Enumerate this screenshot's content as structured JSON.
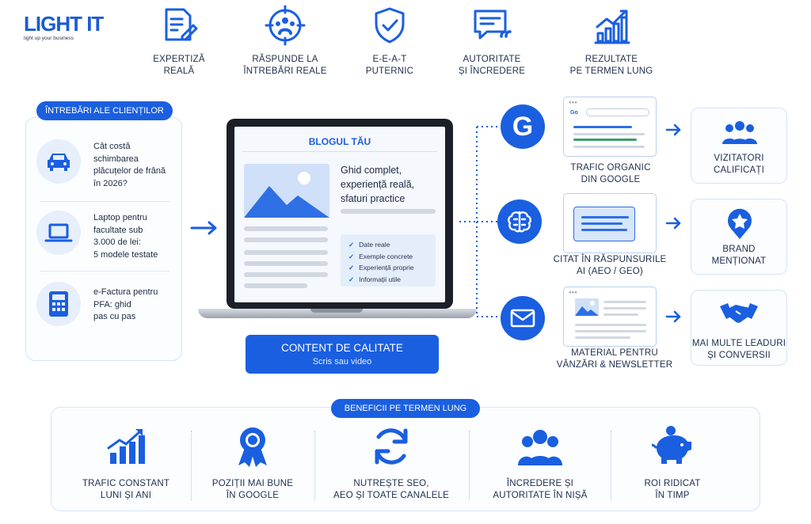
{
  "logo": {
    "text": "LIGHT IT",
    "tagline": "light up your business"
  },
  "features": [
    {
      "icon": "document-pen-icon",
      "label": "EXPERTIZĂ\nREALĂ"
    },
    {
      "icon": "target-people-icon",
      "label": "RĂSPUNDE LA\nÎNTREBĂRI REALE"
    },
    {
      "icon": "shield-check-icon",
      "label": "E-E-A-T\nPUTERNIC"
    },
    {
      "icon": "quote-bubble-icon",
      "label": "AUTORITATE\nȘI ÎNCREDERE"
    },
    {
      "icon": "growth-chart-icon",
      "label": "REZULTATE\nPE TERMEN LUNG"
    }
  ],
  "questions": {
    "title": "ÎNTREBĂRI ALE CLIENȚILOR",
    "items": [
      {
        "icon": "car-icon",
        "text": "Cât costă\nschimbarea\nplăcuțelor de frână\nîn 2026?"
      },
      {
        "icon": "laptop-icon",
        "text": "Laptop pentru\nfacultate sub\n3.000 de lei:\n5 modele testate"
      },
      {
        "icon": "calculator-icon",
        "text": "e-Factura pentru\nPFA: ghid\npas cu pas"
      }
    ]
  },
  "blog": {
    "header": "BLOGUL TĂU",
    "headline": "Ghid complet,\nexperiență reală,\nsfaturi practice",
    "checklist": [
      "Date reale",
      "Exemple concrete",
      "Experiență proprie",
      "Informații utile"
    ]
  },
  "cta": {
    "title": "CONTENT DE CALITATE",
    "subtitle": "Scris sau video"
  },
  "channels": [
    {
      "icon": "google-g-icon",
      "card_label": "TRAFIC ORGANIC\nDIN GOOGLE",
      "result_icon": "visitors-group-icon",
      "result_label": "VIZITATORI\nCALIFICAȚI"
    },
    {
      "icon": "ai-brain-icon",
      "card_label": "CITAT ÎN RĂSPUNSURILE\nAI (AEO / GEO)",
      "result_icon": "brand-star-pin-icon",
      "result_label": "BRAND\nMENȚIONAT"
    },
    {
      "icon": "email-icon",
      "card_label": "MATERIAL PENTRU\nVÂNZĂRI & NEWSLETTER",
      "result_icon": "handshake-icon",
      "result_label": "MAI MULTE LEADURI\nȘI CONVERSII"
    }
  ],
  "benefits": {
    "title": "BENEFICII PE TERMEN LUNG",
    "items": [
      {
        "icon": "bar-growth-icon",
        "label": "TRAFIC CONSTANT\nLUNI ȘI ANI"
      },
      {
        "icon": "award-ribbon-icon",
        "label": "POZIȚII MAI BUNE\nÎN GOOGLE"
      },
      {
        "icon": "refresh-cycle-icon",
        "label": "NUTREȘTE SEO,\nAEO ȘI TOATE CANALELE"
      },
      {
        "icon": "team-trust-icon",
        "label": "ÎNCREDERE ȘI\nAUTORITATE ÎN NIȘĂ"
      },
      {
        "icon": "piggy-bank-icon",
        "label": "ROI RIDICAT\nÎN TIMP"
      }
    ]
  },
  "colors": {
    "accent": "#1a5fe0",
    "panel_border": "#d5e3f7",
    "text": "#22304f"
  }
}
